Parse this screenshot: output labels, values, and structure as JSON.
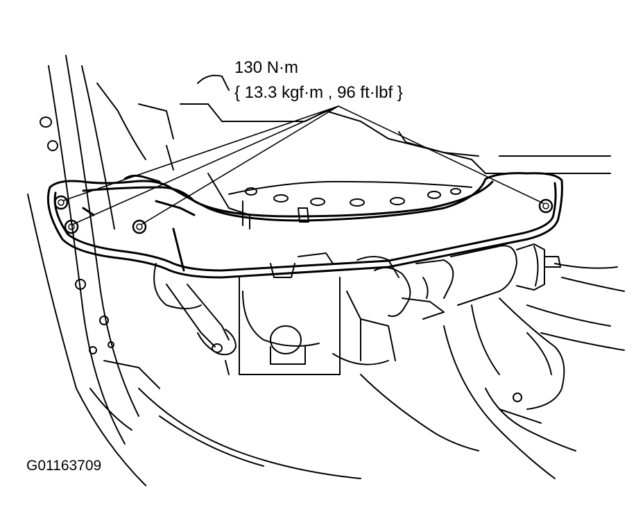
{
  "callout": {
    "torque_line1": "130 N·m",
    "torque_line2": "{ 13.3 kgf·m , 96 ft·lbf }"
  },
  "figure_id": "G01163709",
  "colors": {
    "ink": "#000000",
    "paper": "#ffffff"
  },
  "bolt_count": 4
}
